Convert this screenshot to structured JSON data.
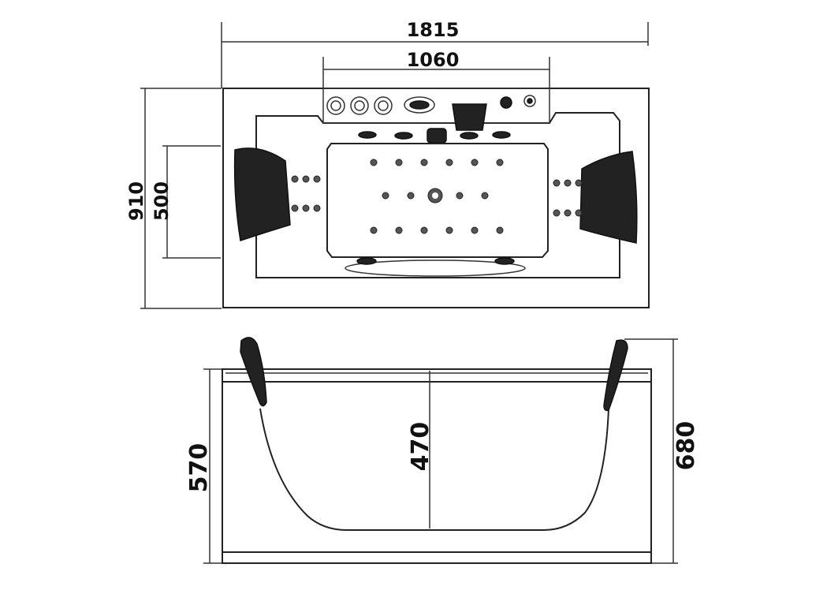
{
  "top_view": {
    "overall_length": "1815",
    "control_panel_width": "1060",
    "overall_width": "910",
    "inner_width": "500"
  },
  "side_view": {
    "tub_height": "570",
    "basin_depth": "470",
    "headrest_height": "680"
  }
}
